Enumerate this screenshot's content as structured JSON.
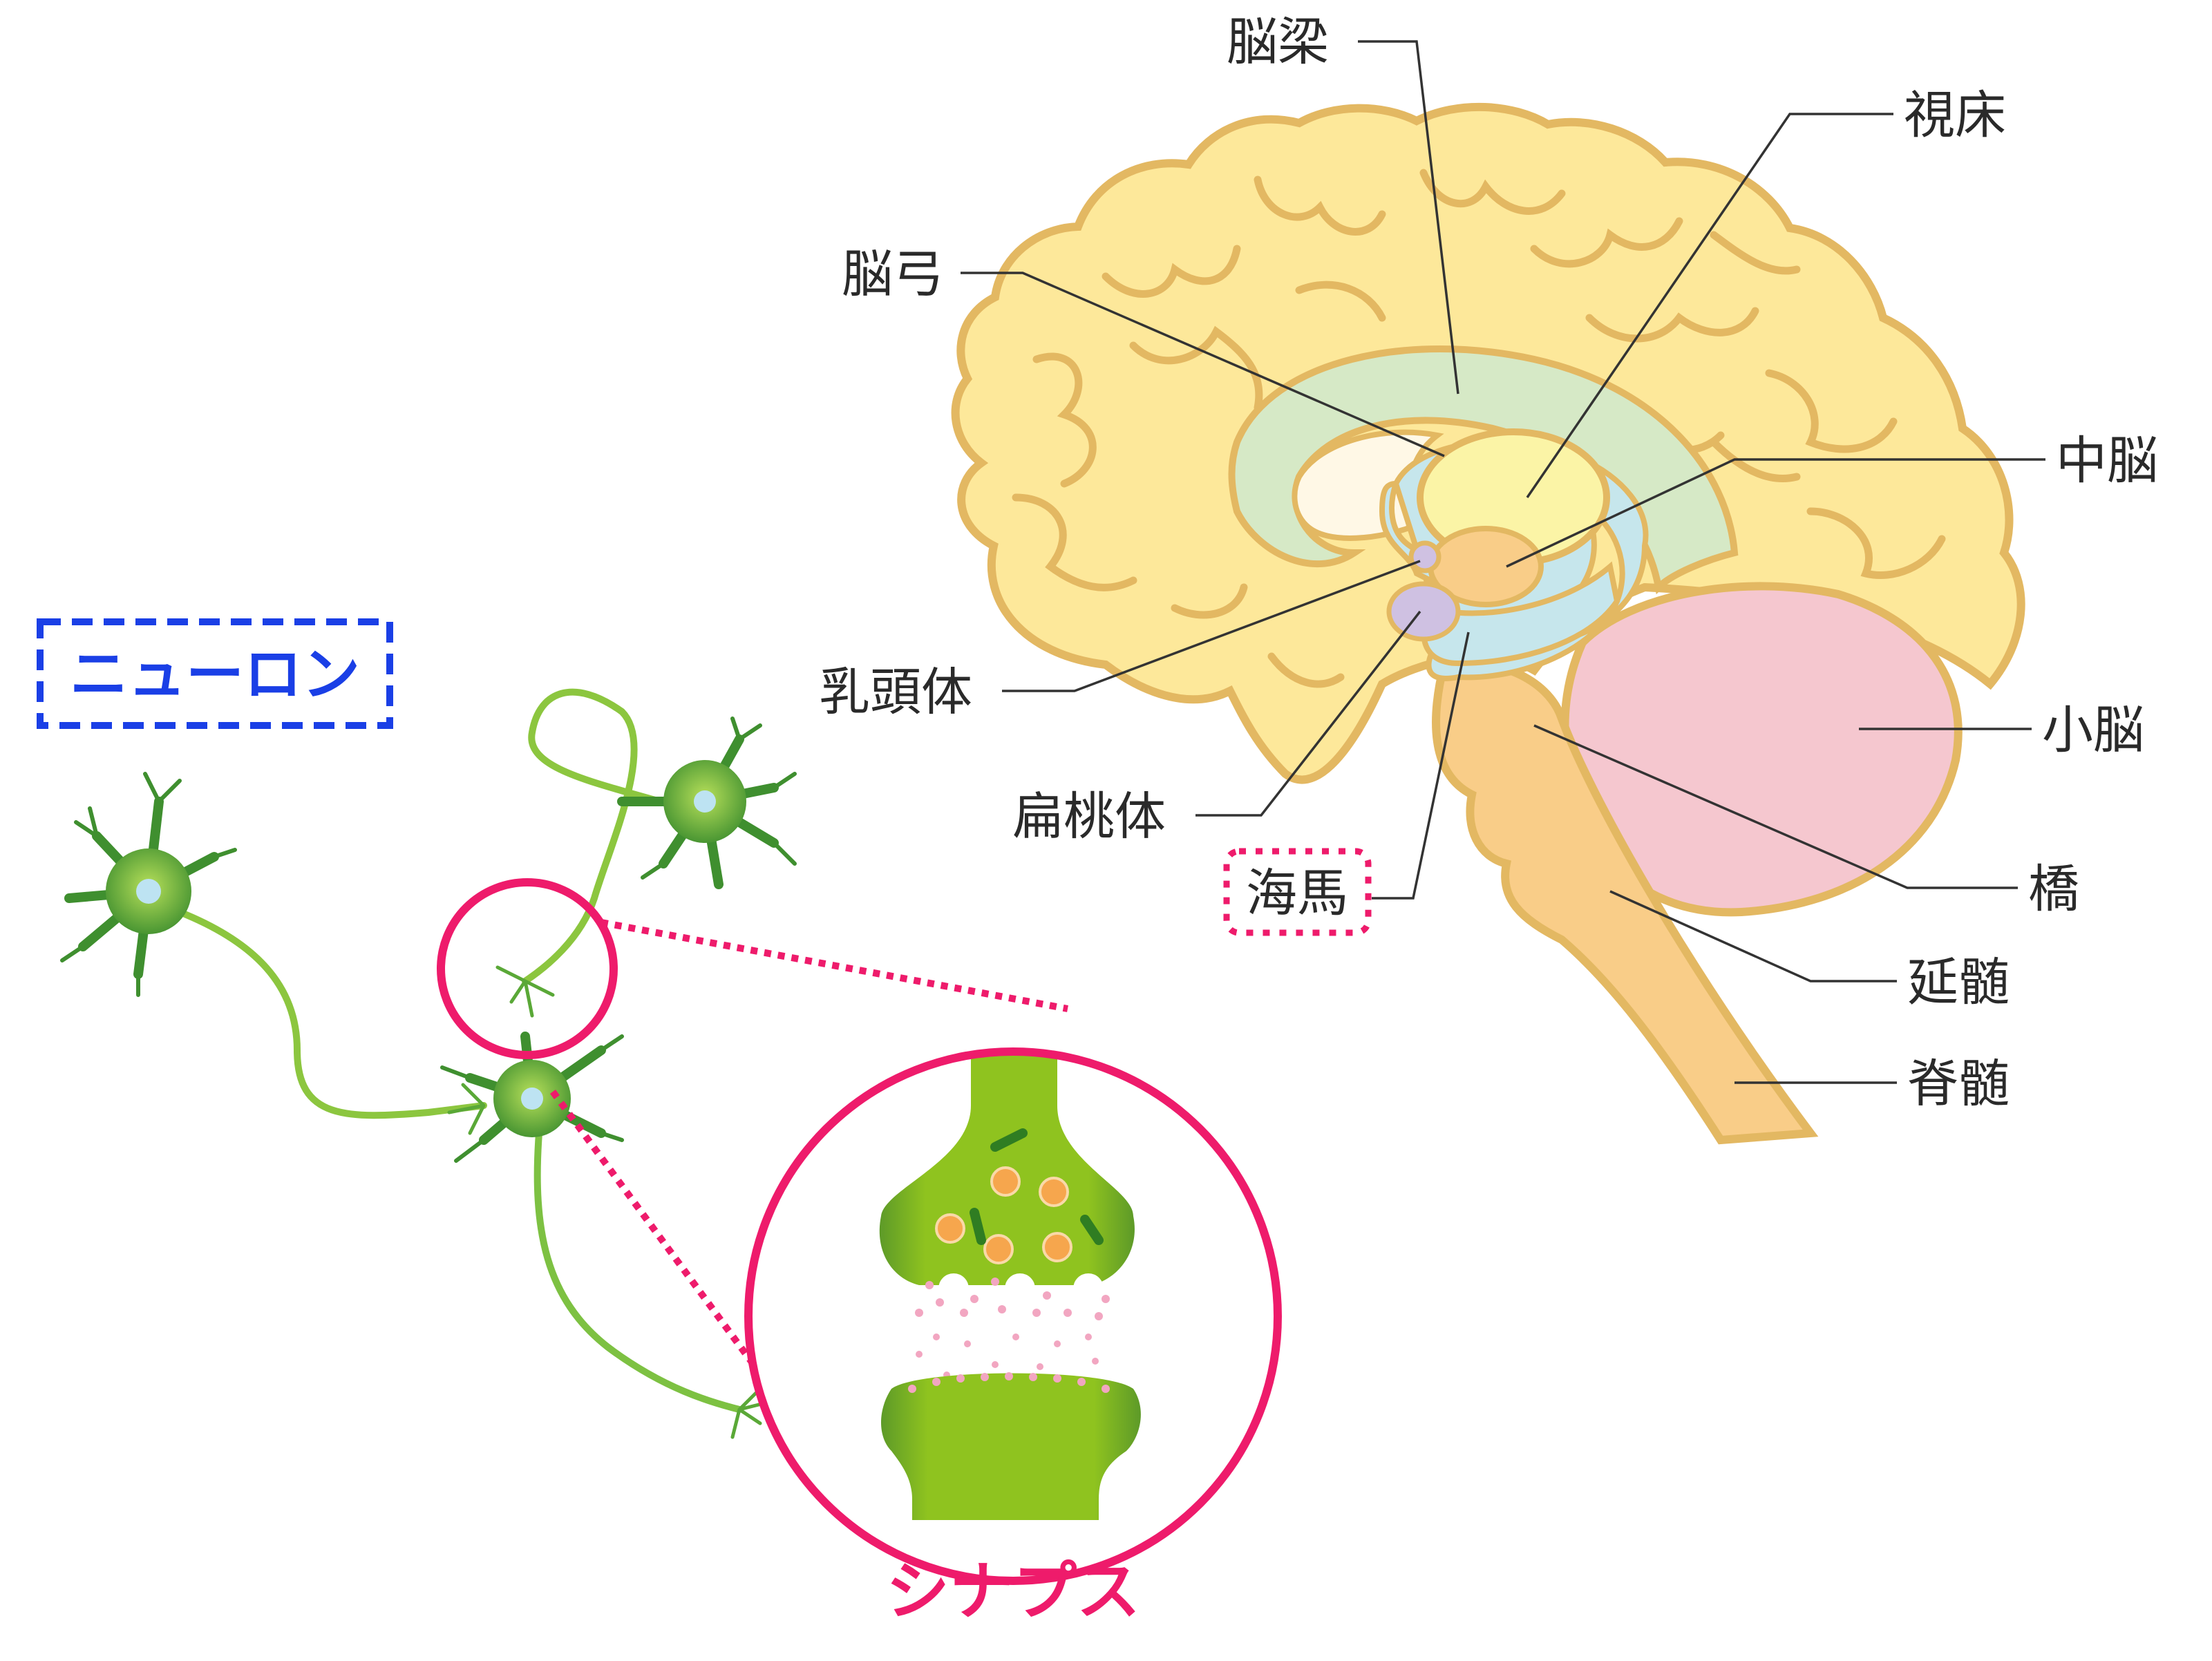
{
  "brain": {
    "labels": {
      "corpus_callosum": "脳梁",
      "thalamus": "視床",
      "fornix": "脳弓",
      "midbrain": "中脳",
      "mammillary_body": "乳頭体",
      "cerebellum": "小脳",
      "amygdala": "扁桃体",
      "pons": "橋",
      "hippocampus": "海馬",
      "medulla": "延髄",
      "spinal_cord": "脊髄"
    }
  },
  "neuron": {
    "title": "ニューロン"
  },
  "synapse": {
    "title": "シナプス"
  },
  "colors": {
    "cerebrum": "#fde89a",
    "cerebrum_outline": "#e3b862",
    "corpus_callosum": "#d6e9c6",
    "fornix": "#c6e6ec",
    "thalamus": "#fbf4a6",
    "brainstem": "#f9cd88",
    "cerebellum": "#f5c7cf",
    "amygdala": "#cfc1e2",
    "neuron_green": "#7dc142",
    "neuron_dark": "#3f8f2f",
    "nucleus": "#bde3f2",
    "highlight_pink": "#ee1b6b",
    "neuron_box_blue": "#1a3fe6",
    "vesicle_orange": "#f6a64d",
    "transmitter_pink": "#f2a6c1"
  }
}
